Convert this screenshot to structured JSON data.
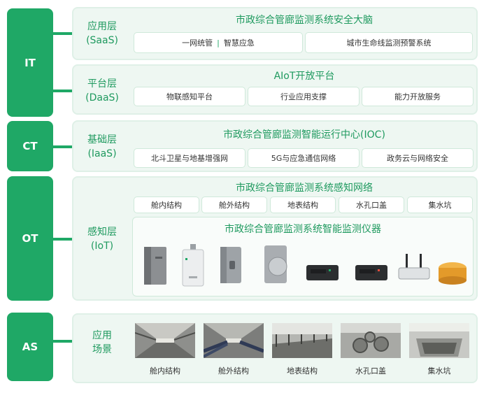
{
  "sides": [
    "IT",
    "CT",
    "OT",
    "AS"
  ],
  "saas": {
    "label": [
      "应用层",
      "(SaaS)"
    ],
    "title": "市政综合管廊监测系统安全大脑",
    "box1_a": "一网统管",
    "box1_sep": "|",
    "box1_b": "智慧应急",
    "box2": "城市生命线监测预警系统"
  },
  "daas": {
    "label": [
      "平台层",
      "(DaaS)"
    ],
    "title": "AIoT开放平台",
    "boxes": [
      "物联感知平台",
      "行业应用支撑",
      "能力开放服务"
    ]
  },
  "iaas": {
    "label": [
      "基础层",
      "(IaaS)"
    ],
    "title": "市政综合管廊监测智能运行中心(IOC)",
    "boxes": [
      "北斗卫星与地基增强网",
      "5G与应急通信网络",
      "政务云与网络安全"
    ]
  },
  "iot": {
    "label": [
      "感知层",
      "(IoT)"
    ],
    "title": "市政综合管廊监测系统感知网络",
    "boxes": [
      "舱内结构",
      "舱外结构",
      "地表结构",
      "水孔口盖",
      "集水坑"
    ],
    "devices_title": "市政综合管廊监测系统智能监测仪器"
  },
  "scene": {
    "label": [
      "应用",
      "场景"
    ],
    "captions": [
      "舱内结构",
      "舱外结构",
      "地表结构",
      "水孔口盖",
      "集水坑"
    ]
  }
}
